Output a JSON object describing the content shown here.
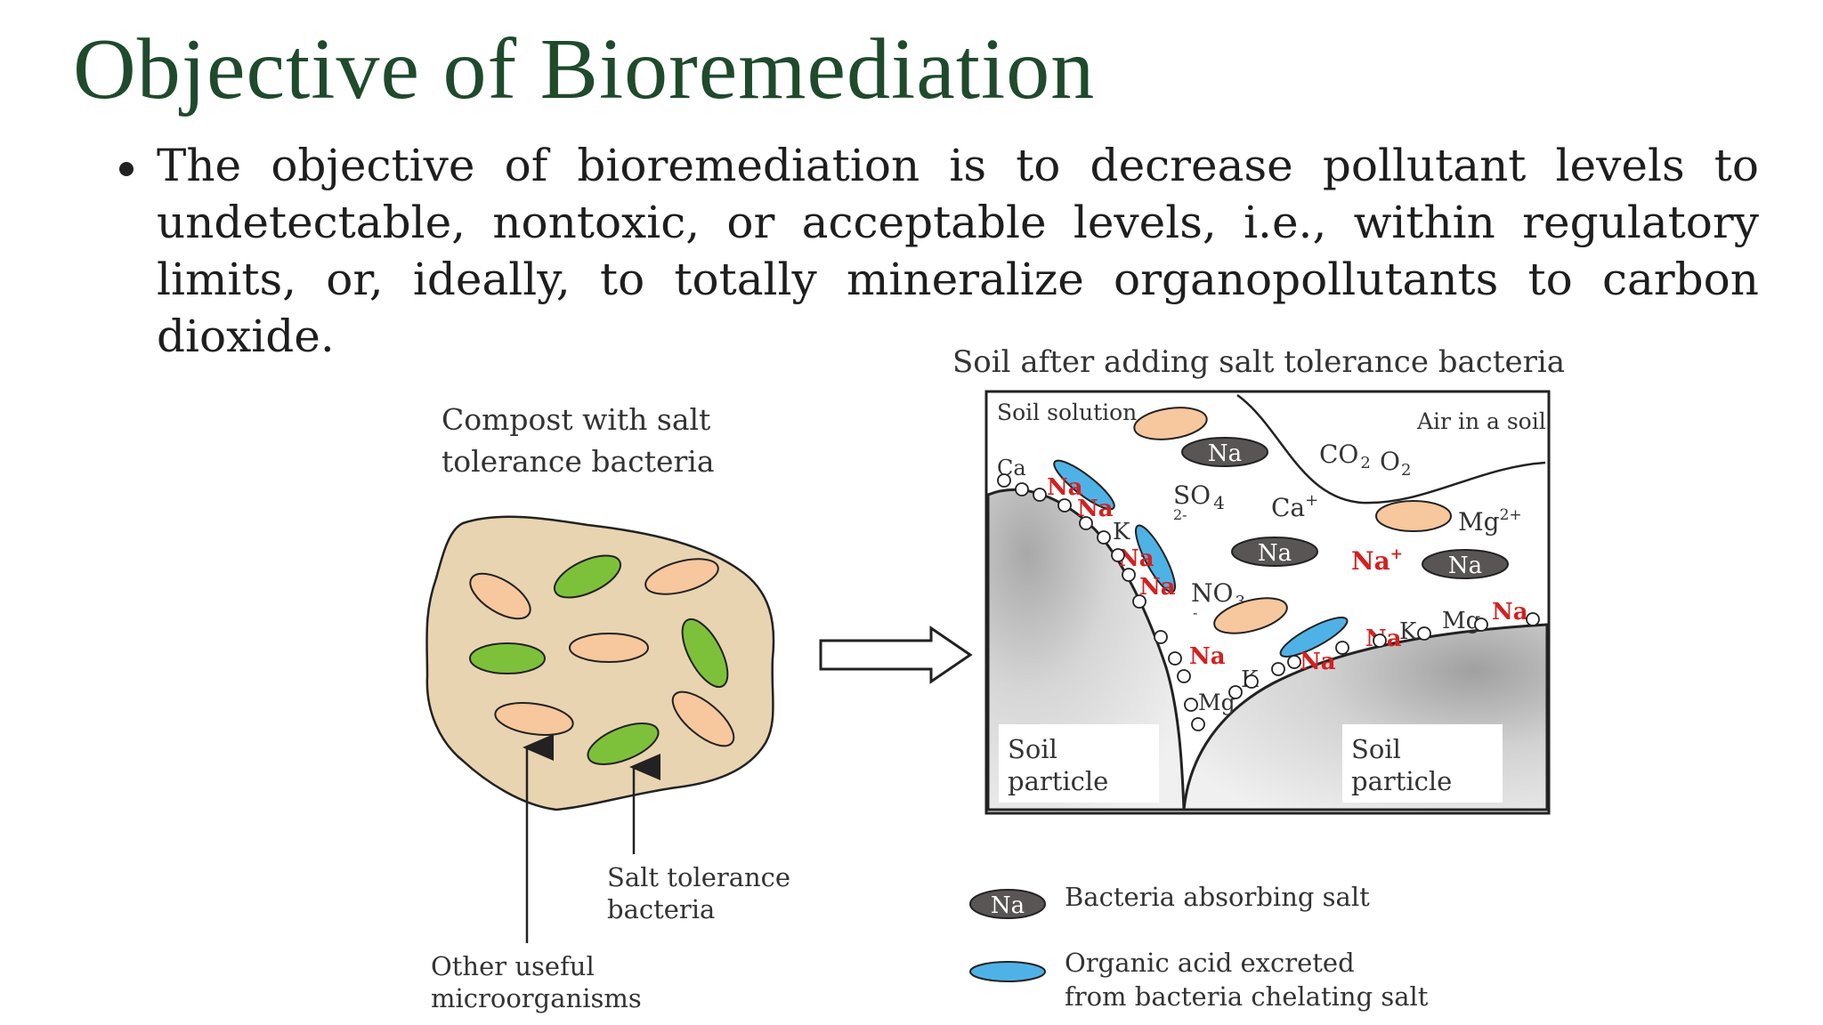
{
  "slide": {
    "title": "Objective of Bioremediation",
    "bullet": "The objective of bioremediation is to decrease pollutant levels to undetectable, nontoxic, or acceptable levels, i.e., within regulatory limits, or, ideally, to totally mineralize organopollutants to carbon dioxide."
  },
  "left_panel": {
    "title_line1": "Compost with salt",
    "title_line2": "tolerance bacteria",
    "label_salt_line1": "Salt tolerance",
    "label_salt_line2": "bacteria",
    "label_other_line1": "Other useful",
    "label_other_line2": "microorganisms"
  },
  "right_panel": {
    "title": "Soil after adding salt tolerance bacteria",
    "soil_solution": "Soil solution",
    "air_in_soil": "Air in a soil",
    "co2": "CO",
    "co2_sub": "2",
    "o2": "O",
    "o2_sub": "2",
    "so4": "SO",
    "so4_sub": "4",
    "so4_charge": "2-",
    "ca_plus": "Ca",
    "ca_plus_sup": "+",
    "mg2": "Mg",
    "mg2_sup": "2+",
    "na_plus": "Na",
    "na_plus_sup": "+",
    "no3": "NO",
    "no3_sub": "3",
    "no3_charge": "-",
    "na": "Na",
    "ca": "Ca",
    "k": "K",
    "mg": "Mg",
    "soil_particle_left_line1": "Soil",
    "soil_particle_left_line2": "particle",
    "soil_particle_right_line1": "Soil",
    "soil_particle_right_line2": "particle"
  },
  "legend": {
    "bacteria_symbol": "Na",
    "bacteria_absorbing": "Bacteria absorbing salt",
    "acid_line1": "Organic acid excreted",
    "acid_line2": "from bacteria chelating salt"
  },
  "colors": {
    "title": "#1f4a2c",
    "compost": "#e8d4b0",
    "orange_bacteria": "#f7c79d",
    "green_bacteria": "#7dc13a",
    "dark_bacteria": "#5a5555",
    "blue_acid": "#4fb2e6",
    "na_red": "#d42020"
  }
}
